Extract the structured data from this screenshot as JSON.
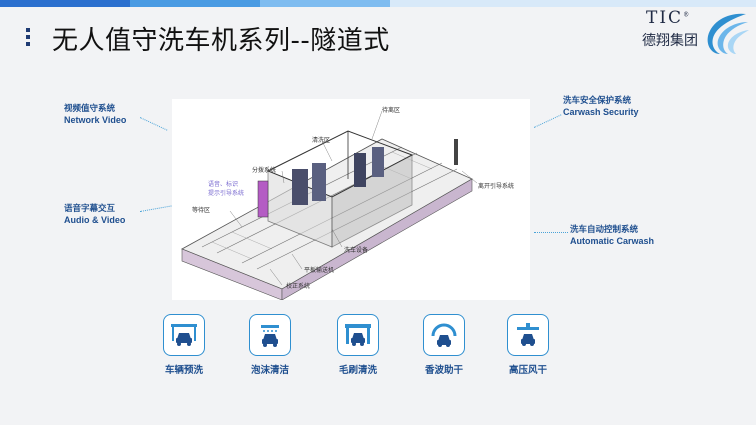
{
  "header": {
    "title": "无人值守洗车机系列--隧道式",
    "accent_colors": [
      "#2b6fce",
      "#4a9be3",
      "#7fbcf0",
      "#b9daf7"
    ]
  },
  "logo": {
    "brand": "TIC",
    "registered": "®",
    "company": "德翔集团"
  },
  "side_labels": {
    "network_video": {
      "cn": "视频值守系统",
      "en": "Network Video"
    },
    "audio_video": {
      "cn": "语音字幕交互",
      "en": "Audio & Video"
    },
    "security": {
      "cn": "洗车安全保护系统",
      "en": "Carwash Security"
    },
    "automatic": {
      "cn": "洗车自动控制系统",
      "en": "Automatic Carwash"
    }
  },
  "diagram": {
    "callouts": {
      "dry_zone": "待离区",
      "wash_zone": "清洗区",
      "split_system": "分拨系统",
      "voice": "语音、标识",
      "guide": "提示引导系统",
      "wait_zone": "等待区",
      "exit_guide": "离开引导系统",
      "wash_equipment": "洗车设备",
      "conveyor": "平板输送机",
      "position": "校正系统"
    }
  },
  "features": [
    {
      "label": "车辆预洗",
      "icon": "car-prewash-icon"
    },
    {
      "label": "泡沫清洁",
      "icon": "foam-clean-icon"
    },
    {
      "label": "毛刷清洗",
      "icon": "brush-wash-icon"
    },
    {
      "label": "香波助干",
      "icon": "shampoo-dry-icon"
    },
    {
      "label": "高压风干",
      "icon": "air-dry-icon"
    }
  ]
}
